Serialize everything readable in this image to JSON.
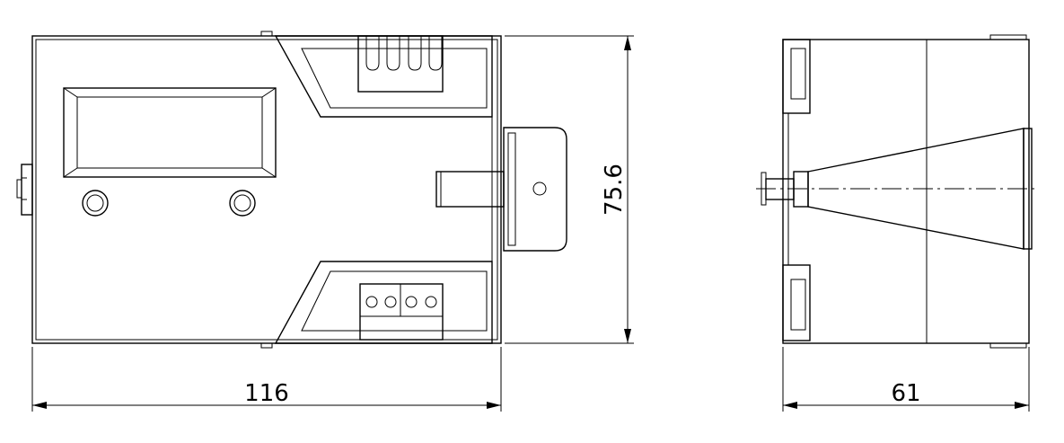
{
  "dimensions": {
    "front_width": "116",
    "front_height": "75.6",
    "side_depth": "61"
  },
  "colors": {
    "line": "#000000",
    "background": "#ffffff"
  }
}
